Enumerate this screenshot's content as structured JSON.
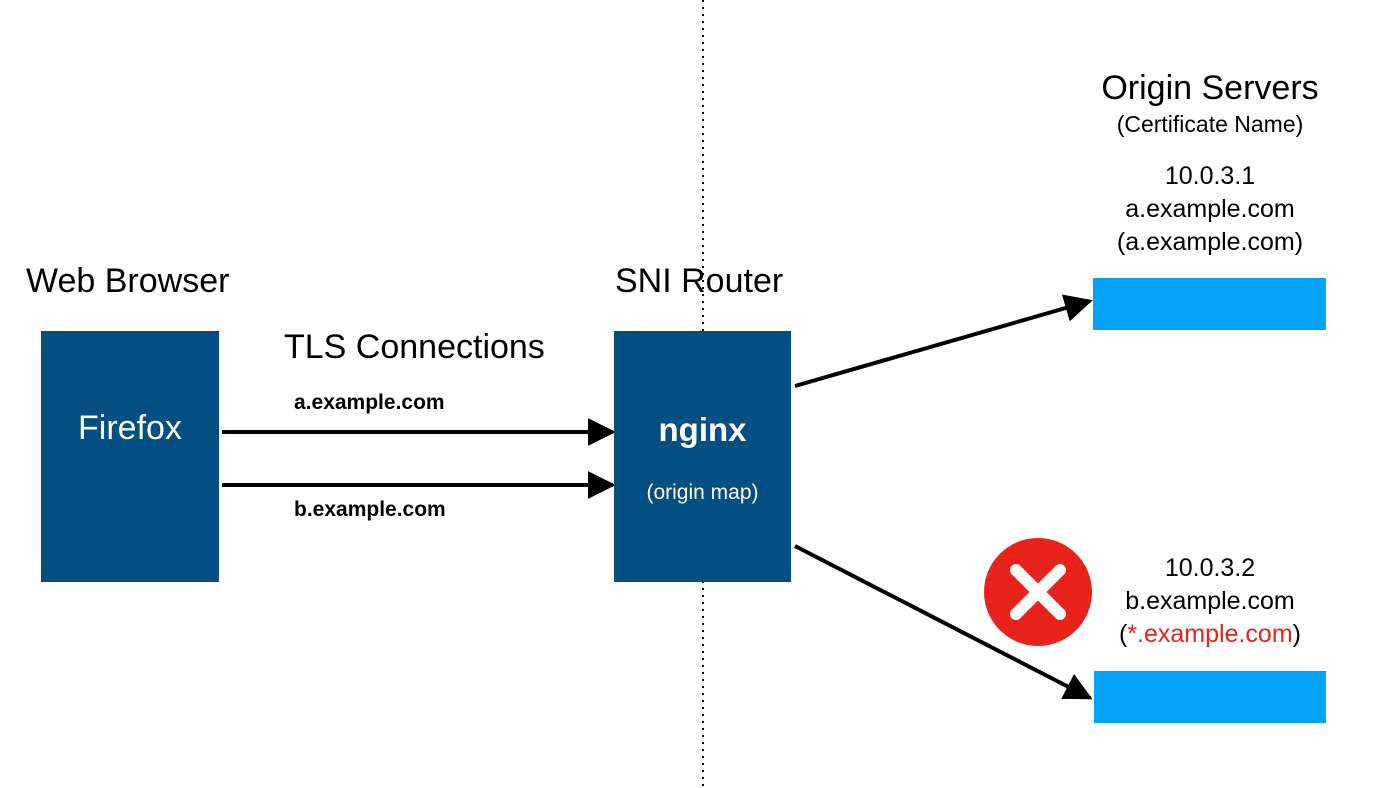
{
  "browser": {
    "heading": "Web Browser",
    "name": "Firefox"
  },
  "connections": {
    "heading": "TLS Connections",
    "a_label": "a.example.com",
    "b_label": "b.example.com"
  },
  "router": {
    "heading": "SNI Router",
    "name": "nginx",
    "note": "(origin map)"
  },
  "origins": {
    "heading": "Origin Servers",
    "subheading": "(Certificate Name)",
    "server_a": {
      "ip": "10.0.3.1",
      "host": "a.example.com",
      "cert": "(a.example.com)"
    },
    "server_b": {
      "ip": "10.0.3.2",
      "host": "b.example.com",
      "cert_open": "(",
      "cert_name": "*.example.com",
      "cert_close": ")"
    }
  },
  "colors": {
    "box": "#044f82",
    "server": "#03a2f8",
    "error": "#e8231b",
    "cert_mismatch": "#e8231b"
  },
  "icons": {
    "error": "error-x-icon"
  }
}
